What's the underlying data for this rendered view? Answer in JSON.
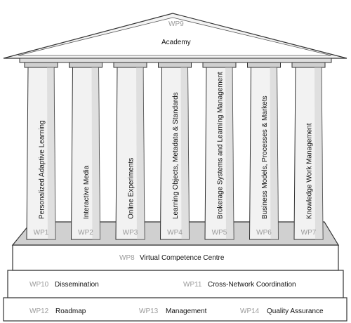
{
  "roof": {
    "code": "WP9",
    "label": "Academy"
  },
  "pillars": [
    {
      "code": "WP1",
      "label": "Personalized Adaptive Learning"
    },
    {
      "code": "WP2",
      "label": "Interactive Media"
    },
    {
      "code": "WP3",
      "label": "Online Experiments"
    },
    {
      "code": "WP4",
      "label": "Learning Objects, Metadata & Standards"
    },
    {
      "code": "WP5",
      "label": "Brokerage Systems and Learning Management"
    },
    {
      "code": "WP6",
      "label": "Business Models, Processes & Markets"
    },
    {
      "code": "WP7",
      "label": "Knowledge Work Management"
    }
  ],
  "tiers": {
    "top": [
      {
        "code": "WP8",
        "label": "Virtual Competence Centre"
      }
    ],
    "middle": [
      {
        "code": "WP10",
        "label": "Dissemination"
      },
      {
        "code": "WP11",
        "label": "Cross-Network Coordination"
      }
    ],
    "bottom": [
      {
        "code": "WP12",
        "label": "Roadmap"
      },
      {
        "code": "WP13",
        "label": "Management"
      },
      {
        "code": "WP14",
        "label": "Quality Assurance"
      }
    ]
  },
  "colors": {
    "stroke": "#333333",
    "pillar": "#f2f2f2",
    "pillar_shade": "#cfcfcf",
    "plinth": "#d0d0d0",
    "step": "#ffffff",
    "code_text": "#9a9a9a",
    "label_text": "#111111"
  }
}
